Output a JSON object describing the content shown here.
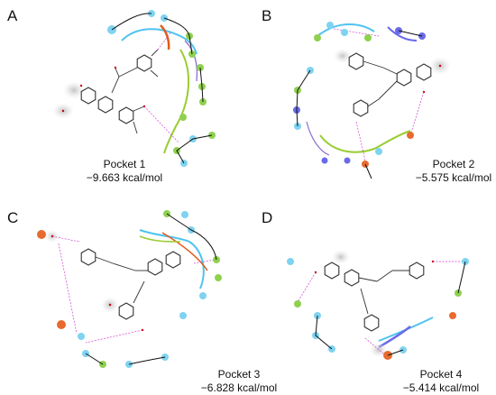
{
  "panels": [
    {
      "letter": "A",
      "pocket": "Pocket 1",
      "energy": "−9.663 kcal/mol"
    },
    {
      "letter": "B",
      "pocket": "Pocket 2",
      "energy": "−5.575 kcal/mol"
    },
    {
      "letter": "C",
      "pocket": "Pocket 3",
      "energy": "−6.828 kcal/mol"
    },
    {
      "letter": "D",
      "pocket": "Pocket 4",
      "energy": "−5.414 kcal/mol"
    }
  ],
  "colors": {
    "hydrophobic_residue": "#8fd14f",
    "polar_residue": "#7fd3f0",
    "charged_negative": "#e86a2e",
    "charged_positive": "#6a6ae8",
    "hbond": "#d040d0",
    "backbone": "#111111",
    "atom_shadow": "#c8c8c8"
  }
}
